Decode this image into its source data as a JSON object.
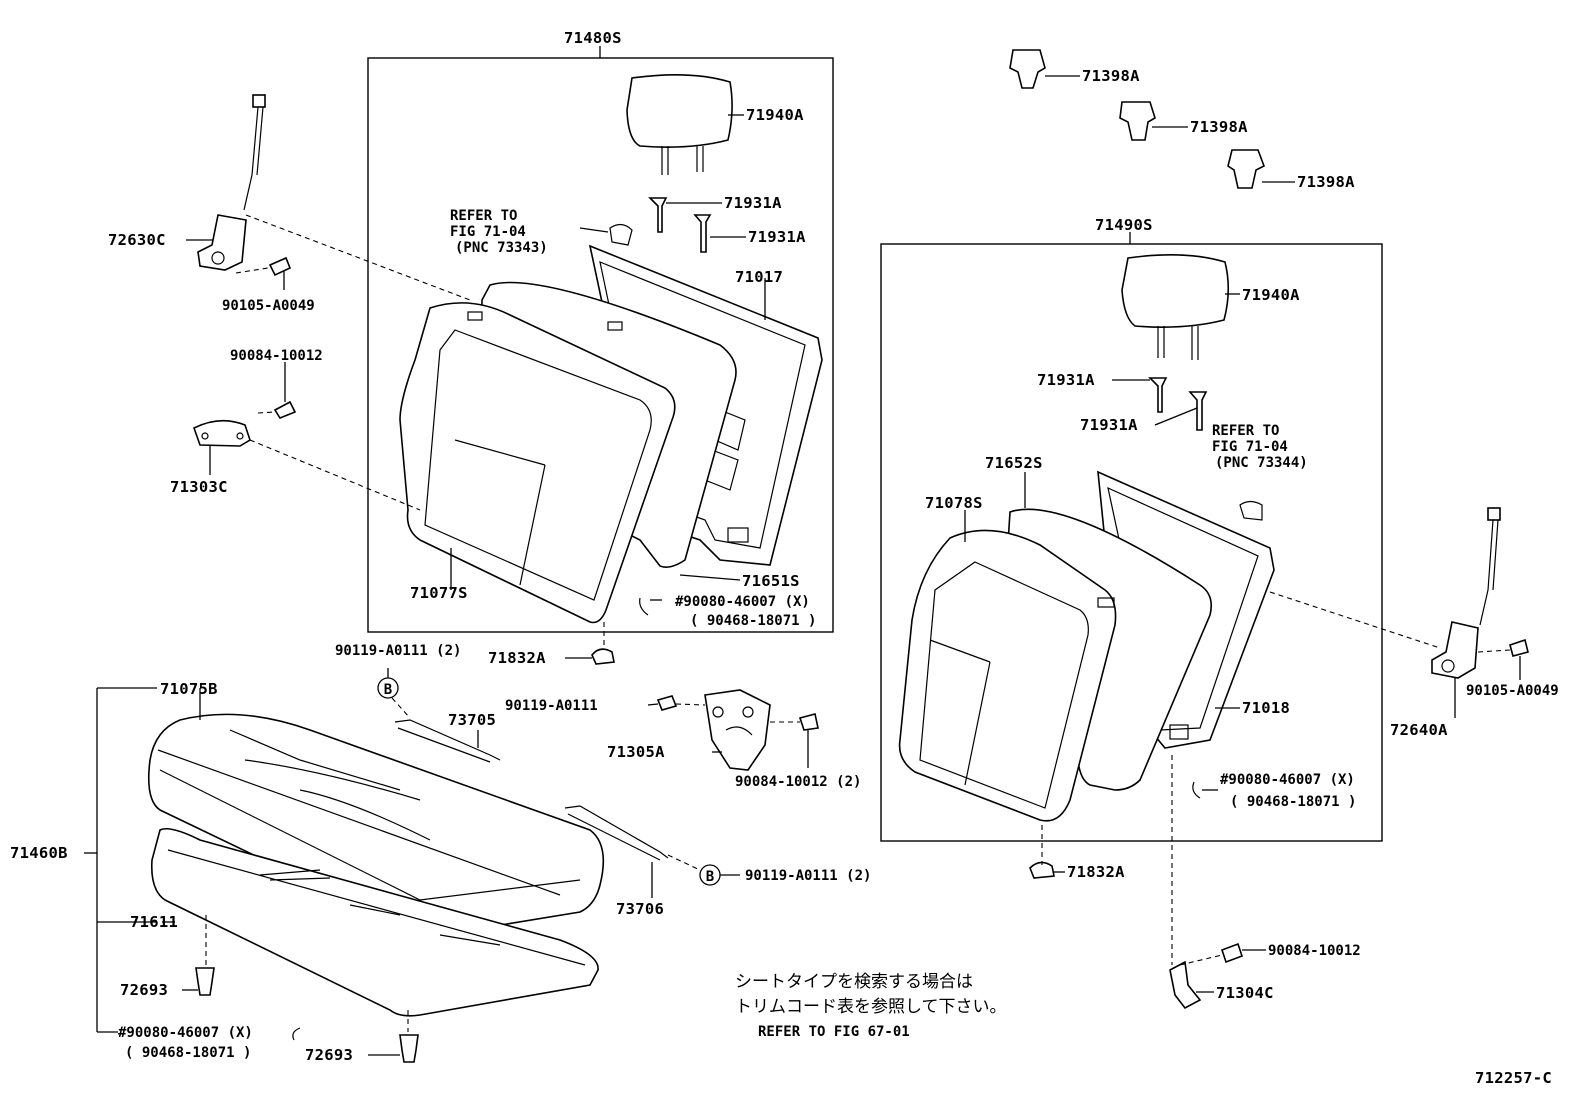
{
  "diagram": {
    "group_labels": {
      "left_back_assy": "71480S",
      "right_back_assy": "71490S",
      "cushion_assy": "71460B"
    },
    "labels": {
      "headrest_left": "71940A",
      "headrest_right": "71940A",
      "support_left_1": "71931A",
      "support_left_2": "71931A",
      "support_right_1": "71931A",
      "support_right_2": "71931A",
      "cover_1": "71398A",
      "cover_2": "71398A",
      "cover_3": "71398A",
      "frame_left": "71017",
      "frame_right": "71018",
      "back_cover_left": "71077S",
      "back_cover_right": "71078S",
      "back_pad_left": "71651S",
      "back_pad_right": "71652S",
      "lock_left": "72630C",
      "lock_right": "72640A",
      "bolt_left_lock": "90105-A0049",
      "bolt_right_lock": "90105-A0049",
      "bolt_bracket_left": "90084-10012",
      "bolt_bracket_right": "90084-10012",
      "bracket_left": "71303C",
      "bracket_right": "71304C",
      "hinge": "71305A",
      "hinge_bolt": "90119-A0111",
      "hinge_nut": "90084-10012 (2)",
      "b_bolt_top": "90119-A0111 (2)",
      "b_bolt_bottom": "90119-A0111 (2)",
      "wire_1": "73705",
      "wire_2": "73706",
      "stopper_left": "71832A",
      "stopper_right": "71832A",
      "cushion_cover": "71075B",
      "cushion_pad": "71611",
      "clip_1": "72693",
      "clip_2": "72693",
      "ring_left": "#90080-46007 (X)",
      "ring_left_alt": "( 90468-18071 )",
      "ring_right": "#90080-46007 (X)",
      "ring_right_alt": "( 90468-18071 )",
      "ring_bottom": "#90080-46007 (X)",
      "ring_bottom_alt": "( 90468-18071 )",
      "b_marker_1": "B",
      "b_marker_2": "B"
    },
    "refer_left": [
      "REFER TO",
      "FIG 71-04",
      "(PNC 73343)"
    ],
    "refer_right": [
      "REFER TO",
      "FIG 71-04",
      "(PNC 73344)"
    ],
    "note_jp_1": "シートタイプを検索する場合は",
    "note_jp_2": "トリムコード表を参照して下さい。",
    "note_refer": "REFER TO FIG 67-01",
    "figure_id": "712257-C"
  }
}
